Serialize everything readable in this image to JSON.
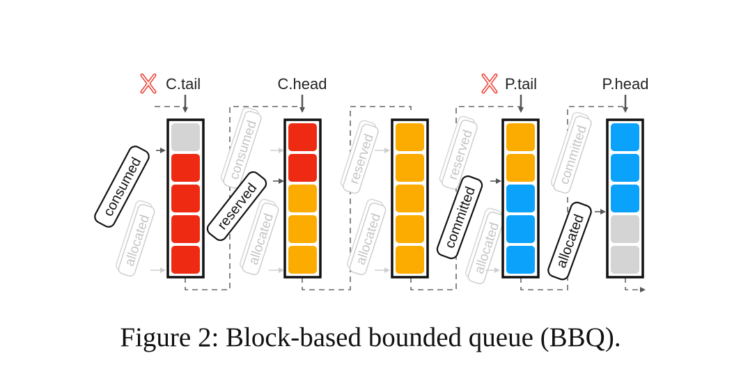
{
  "diagram": {
    "pointers": {
      "consumer_tail": "C.tail",
      "consumer_head": "C.head",
      "producer_tail": "P.tail",
      "producer_head": "P.head"
    },
    "cursor_labels": {
      "consumed": "consumed",
      "reserved": "reserved",
      "committed": "committed",
      "allocated": "allocated"
    },
    "ghost_labels": {
      "allocated": "allocated",
      "consumed": "consumed",
      "reserved": "reserved",
      "committed": "committed"
    },
    "blocks": [
      [
        "empty",
        "consumed",
        "consumed",
        "consumed",
        "consumed"
      ],
      [
        "consumed",
        "consumed",
        "reserved",
        "reserved",
        "reserved"
      ],
      [
        "reserved",
        "reserved",
        "reserved",
        "reserved",
        "reserved"
      ],
      [
        "reserved",
        "reserved",
        "committed",
        "committed",
        "committed"
      ],
      [
        "committed",
        "committed",
        "committed",
        "empty",
        "empty"
      ]
    ],
    "colors": {
      "consumed": "#ee2a12",
      "reserved": "#fcab00",
      "committed": "#0aa2fb",
      "empty": "#d4d4d4",
      "invalid_mark": "#ee3b2e"
    }
  },
  "caption": "Figure 2: Block-based bounded queue (BBQ)."
}
